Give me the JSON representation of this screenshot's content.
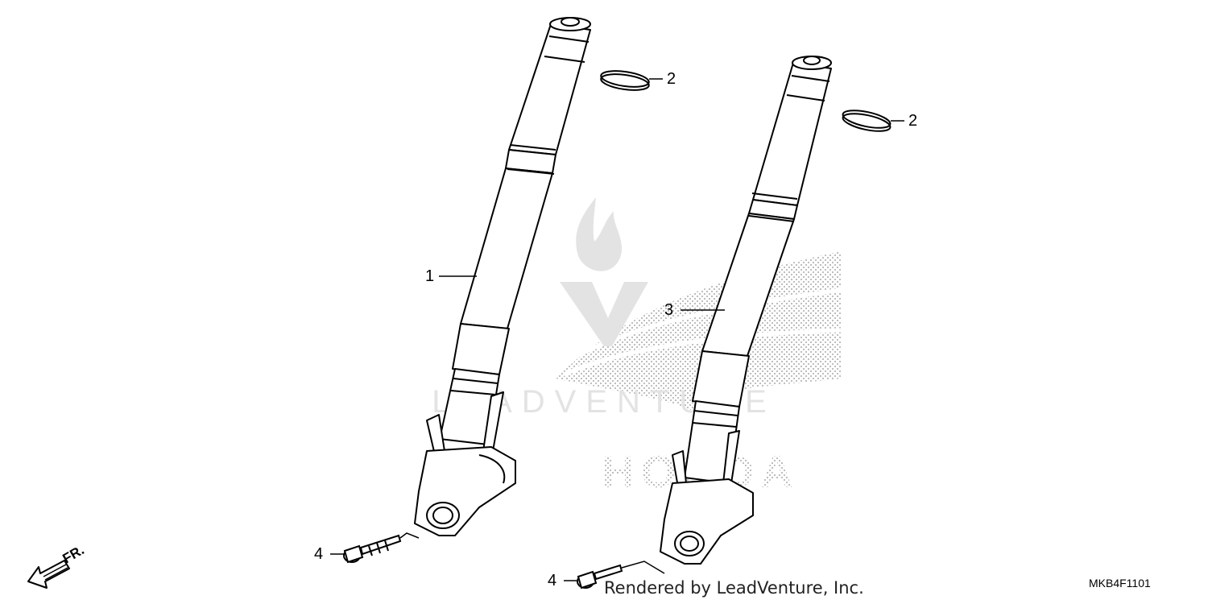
{
  "diagram": {
    "part_code": "MKB4F1101",
    "credit": "Rendered by LeadVenture, Inc.",
    "direction_label": "FR.",
    "watermark_text": "LEADVENTURE",
    "brand_text": "HONDA",
    "callouts": {
      "fork_left": "1",
      "ring_left": "2",
      "ring_right": "2",
      "fork_right": "3",
      "bolt_left": "4",
      "bolt_right": "4"
    }
  },
  "colors": {
    "ink": "#000000",
    "watermark": "#e3e3e3",
    "halftone": "#b8b8b8"
  },
  "icons": [
    "front-direction-arrow-icon",
    "leadventure-flame-logo",
    "honda-wing-logo"
  ]
}
